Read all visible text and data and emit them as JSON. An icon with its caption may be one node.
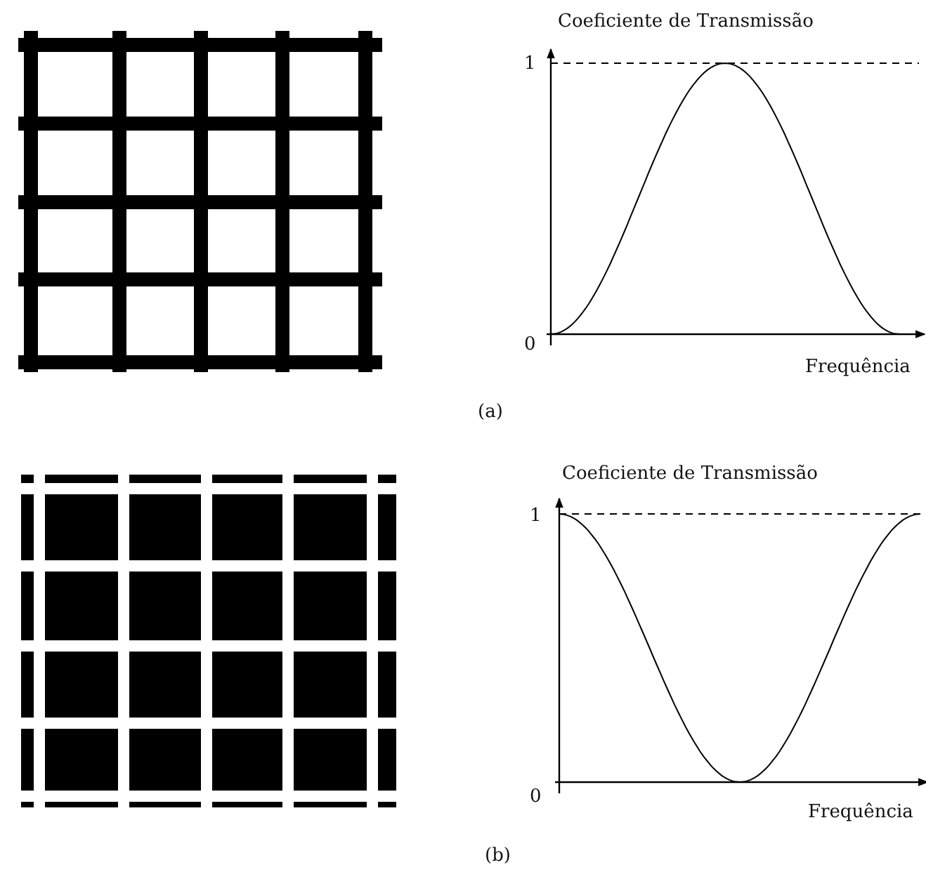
{
  "diagram": {
    "labels": [
      "Coeficiente de Transmissão",
      "1",
      "0",
      "Frequência",
      "(a)",
      "Coeficiente de Transmissão",
      "1",
      "0",
      "Frequência",
      "(b)"
    ]
  }
}
